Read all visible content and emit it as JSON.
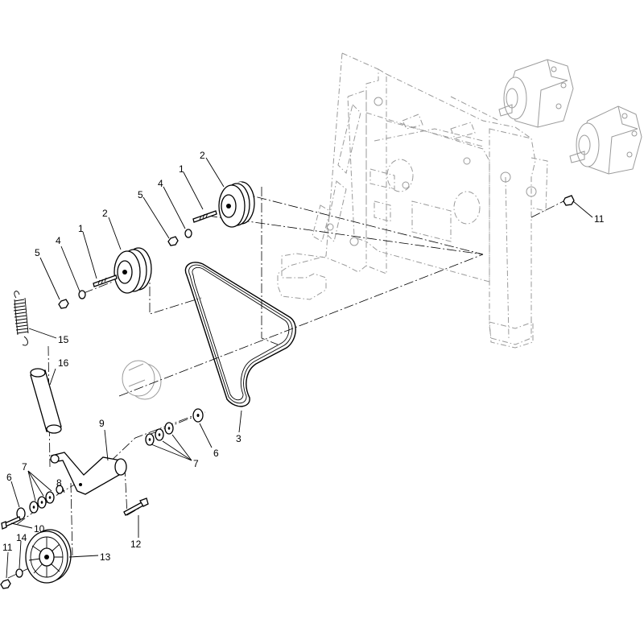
{
  "callouts": {
    "pulley_upper": "2",
    "pulley_lower": "2",
    "bolt_upper": "1",
    "bolt_lower": "1",
    "washer_upper": "4",
    "washer_lower": "4",
    "nut_upper": "5",
    "nut_lower": "5",
    "belt": "3",
    "washer_spacer": "6",
    "washers_right": "7",
    "washers_left": "7",
    "washer_small": "6",
    "bushing_small": "8",
    "idler_arm": "9",
    "bolt_pivot": "10",
    "nut_frame": "11",
    "nut_idler": "11",
    "bolt_arm": "12",
    "idler_pulley": "13",
    "washer_idler": "14",
    "spring": "15",
    "sleeve": "16"
  }
}
